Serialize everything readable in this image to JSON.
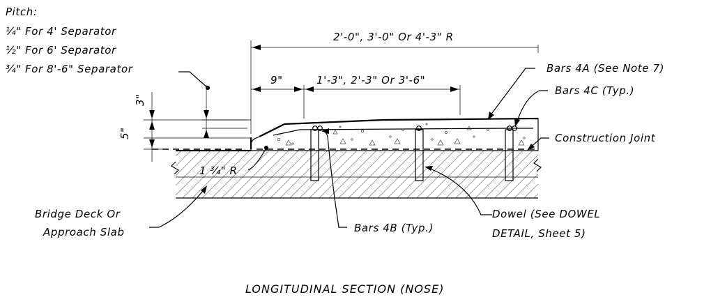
{
  "pitch": {
    "heading": "Pitch:",
    "line1": "¼\" For 4' Separator",
    "line2": "½\" For 6' Separator",
    "line3": "¾\" For 8'-6\" Separator"
  },
  "dimensions": {
    "overall": "2'-0\", 3'-0\" Or 4'-3\" R",
    "nine": "9\"",
    "slope_run": "1'-3\", 2'-3\" Or 3'-6\"",
    "three": "3\"",
    "five": "5\"",
    "radius": "1 ¾\" R"
  },
  "callouts": {
    "bars_4a": "Bars 4A (See Note 7)",
    "bars_4c": "Bars 4C (Typ.)",
    "construction_joint": "Construction Joint",
    "bars_4b": "Bars 4B (Typ.)",
    "dowel_line1": "Dowel (See DOWEL",
    "dowel_line2": "DETAIL, Sheet 5)",
    "deck_line1": "Bridge Deck Or",
    "deck_line2": "Approach Slab"
  },
  "title": "LONGITUDINAL SECTION (NOSE)"
}
